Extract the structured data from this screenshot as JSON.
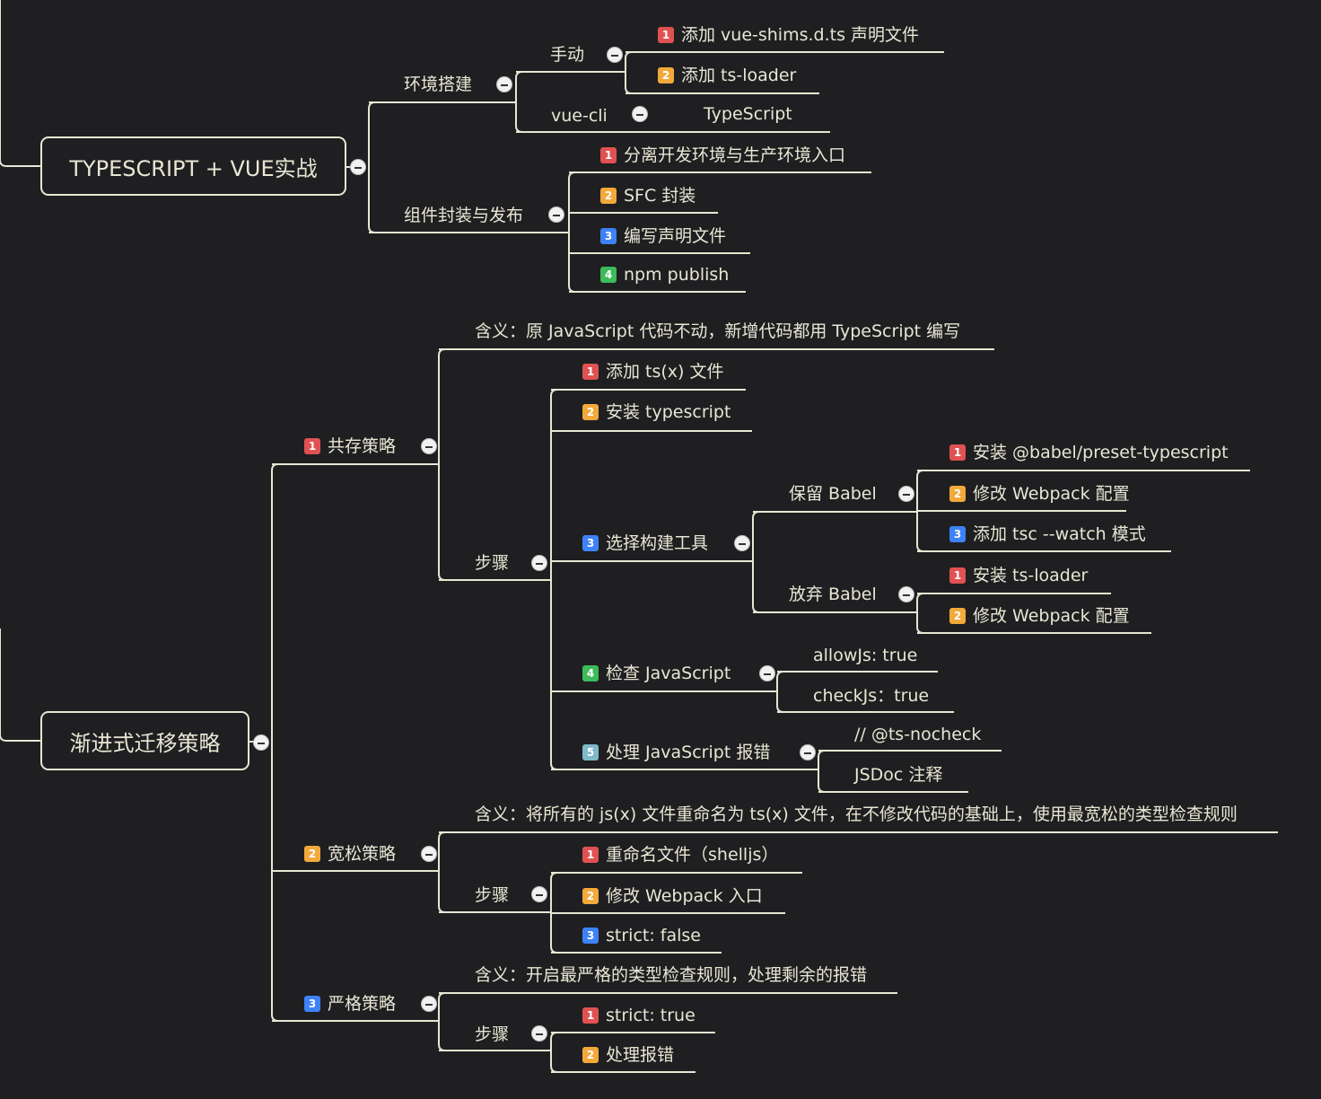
{
  "roots": {
    "ts_vue": "TYPESCRIPT + VUE实战",
    "migration": "渐进式迁移策略"
  },
  "env": {
    "label": "环境搭建",
    "manual": "手动",
    "manual_items": [
      "添加 vue-shims.d.ts 声明文件",
      "添加 ts-loader"
    ],
    "vuecli": "vue-cli",
    "vuecli_child": "TypeScript"
  },
  "component": {
    "label": "组件封装与发布",
    "items": [
      "分离开发环境与生产环境入口",
      "SFC 封装",
      "编写声明文件",
      "npm publish"
    ]
  },
  "coexist": {
    "label": "共存策略",
    "meaning": "含义：原 JavaScript 代码不动，新增代码都用 TypeScript 编写",
    "steps_label": "步骤",
    "steps": [
      "添加 ts(x) 文件",
      "安装 typescript",
      "选择构建工具",
      "检查 JavaScript",
      "处理 JavaScript 报错"
    ],
    "keep_babel": "保留 Babel",
    "keep_items": [
      "安装 @babel/preset-typescript",
      "修改 Webpack 配置",
      "添加 tsc --watch 模式"
    ],
    "drop_babel": "放弃 Babel",
    "drop_items": [
      "安装 ts-loader",
      "修改 Webpack 配置"
    ],
    "check_items": [
      "allowJs: true",
      "checkJs：true"
    ],
    "error_items": [
      "// @ts-nocheck",
      "JSDoc 注释"
    ]
  },
  "loose": {
    "label": "宽松策略",
    "meaning": "含义：将所有的 js(x) 文件重命名为 ts(x) 文件，在不修改代码的基础上，使用最宽松的类型检查规则",
    "steps_label": "步骤",
    "steps": [
      "重命名文件（shelljs）",
      "修改 Webpack 入口",
      "strict: false"
    ]
  },
  "strict": {
    "label": "严格策略",
    "meaning": "含义：开启最严格的类型检查规则，处理剩余的报错",
    "steps_label": "步骤",
    "steps": [
      "strict: true",
      "处理报错"
    ]
  },
  "colors": {
    "background": "#1f1f21",
    "line": "#e8e6d4",
    "badge_1": "#e05252",
    "badge_2": "#f2a93b",
    "badge_3": "#3e82f7",
    "badge_4": "#3dbb5b",
    "badge_5": "#7fb9c9"
  }
}
